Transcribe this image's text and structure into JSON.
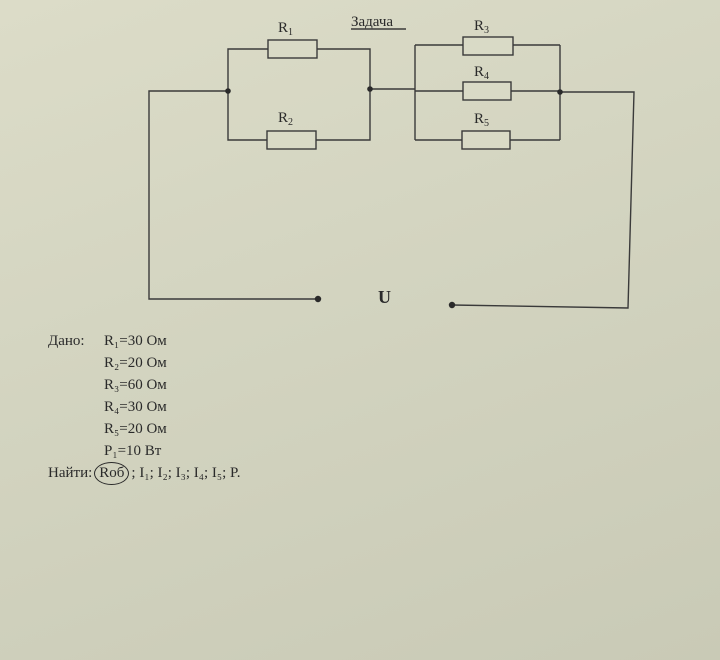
{
  "title": "Задача",
  "circuit": {
    "resistors": [
      {
        "id": "R1",
        "letter": "R",
        "index": "1"
      },
      {
        "id": "R2",
        "letter": "R",
        "index": "2"
      },
      {
        "id": "R3",
        "letter": "R",
        "index": "3"
      },
      {
        "id": "R4",
        "letter": "R",
        "index": "4"
      },
      {
        "id": "R5",
        "letter": "R",
        "index": "5"
      }
    ],
    "source_label": "U"
  },
  "given": {
    "heading": "Дано:",
    "items": [
      "R₁=30 Ом",
      "R₂=20 Ом",
      "R₃=60 Ом",
      "R₄=30 Ом",
      "R₅=20 Ом",
      "P₁=10 Вт"
    ]
  },
  "find": {
    "heading": "Найти:",
    "circled": "Rоб",
    "rest": "; I₁; I₂; I₃; I₄; I₅; P."
  }
}
